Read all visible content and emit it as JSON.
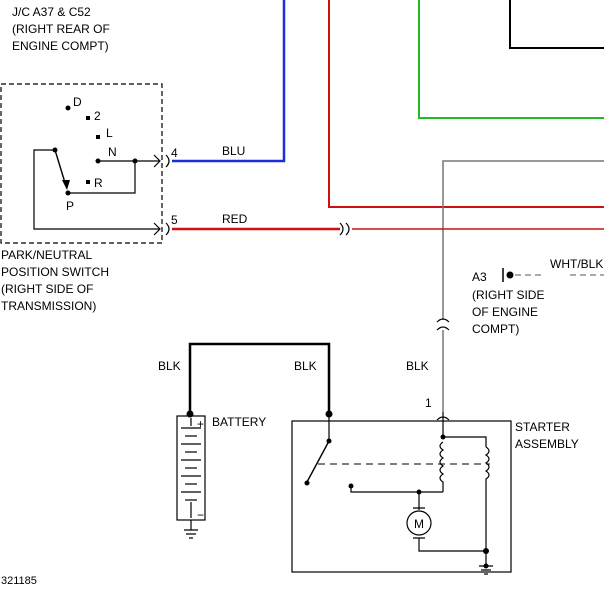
{
  "colors": {
    "blu": "#1a2fd6",
    "red": "#cc1111",
    "green": "#22bb22",
    "wht": "#aaaaaa",
    "gray": "#777777",
    "black": "#000000"
  },
  "labels": {
    "jc_line1": "J/C A37 & C52",
    "jc_line2": "(RIGHT REAR OF",
    "jc_line3": "ENGINE COMPT)",
    "pos_d": "D",
    "pos_2": "2",
    "pos_l": "L",
    "pos_n": "N",
    "pos_r": "R",
    "pos_p": "P",
    "pin_4": "4",
    "pin_5": "5",
    "pin_1": "1",
    "wire_blu": "BLU",
    "wire_red": "RED",
    "wire_wht": "WHT/BLK",
    "wire_blk_a": "BLK",
    "wire_blk_b": "BLK",
    "wire_blk_c": "BLK",
    "pns_line1": "PARK/NEUTRAL",
    "pns_line2": "POSITION SWITCH",
    "pns_line3": "(RIGHT SIDE OF",
    "pns_line4": "TRANSMISSION)",
    "a3_label": "A3",
    "a3_line1": "(RIGHT SIDE",
    "a3_line2": "OF ENGINE",
    "a3_line3": "COMPT)",
    "battery": "BATTERY",
    "batt_plus": "+",
    "batt_minus": "−",
    "starter_line1": "STARTER",
    "starter_line2": "ASSEMBLY",
    "motor": "M",
    "figure_id": "321185"
  }
}
